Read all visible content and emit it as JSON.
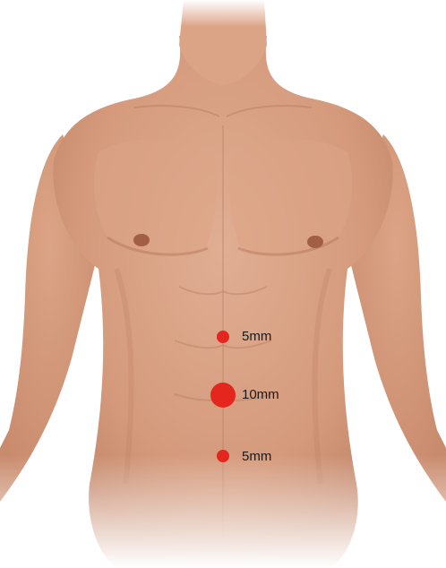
{
  "figure": {
    "subject": "anterior-male-torso",
    "colors": {
      "skin": "#d9a184",
      "skin_shadow": "#b87a5e",
      "marker": "#e4261e",
      "text": "#1a1a1a",
      "background": "#ffffff"
    }
  },
  "ports": [
    {
      "label": "5mm",
      "size_class": "small"
    },
    {
      "label": "10mm",
      "size_class": "large"
    },
    {
      "label": "5mm",
      "size_class": "small"
    }
  ]
}
